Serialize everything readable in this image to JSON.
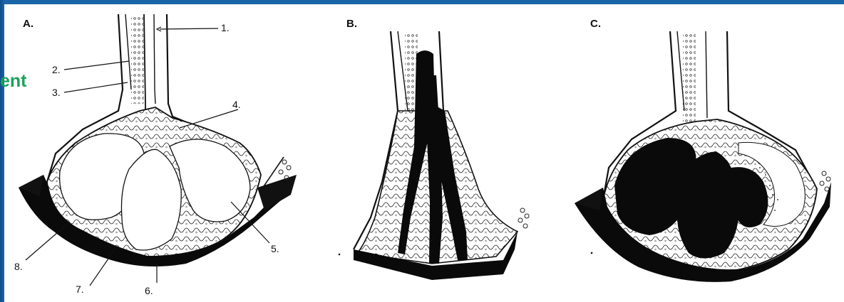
{
  "slide": {
    "partial_title": "ent"
  },
  "panels": [
    {
      "id": "A",
      "label": "A."
    },
    {
      "id": "B",
      "label": "B."
    },
    {
      "id": "C",
      "label": "C."
    }
  ],
  "callouts": [
    "1.",
    "2.",
    "3.",
    "4.",
    "5.",
    "6.",
    "7.",
    "8."
  ],
  "colors": {
    "frame": "#1a64a8",
    "accent_text": "#1aa35a",
    "ink": "#111111",
    "fill_dark": "#0a0a0a",
    "paper": "#ffffff"
  }
}
